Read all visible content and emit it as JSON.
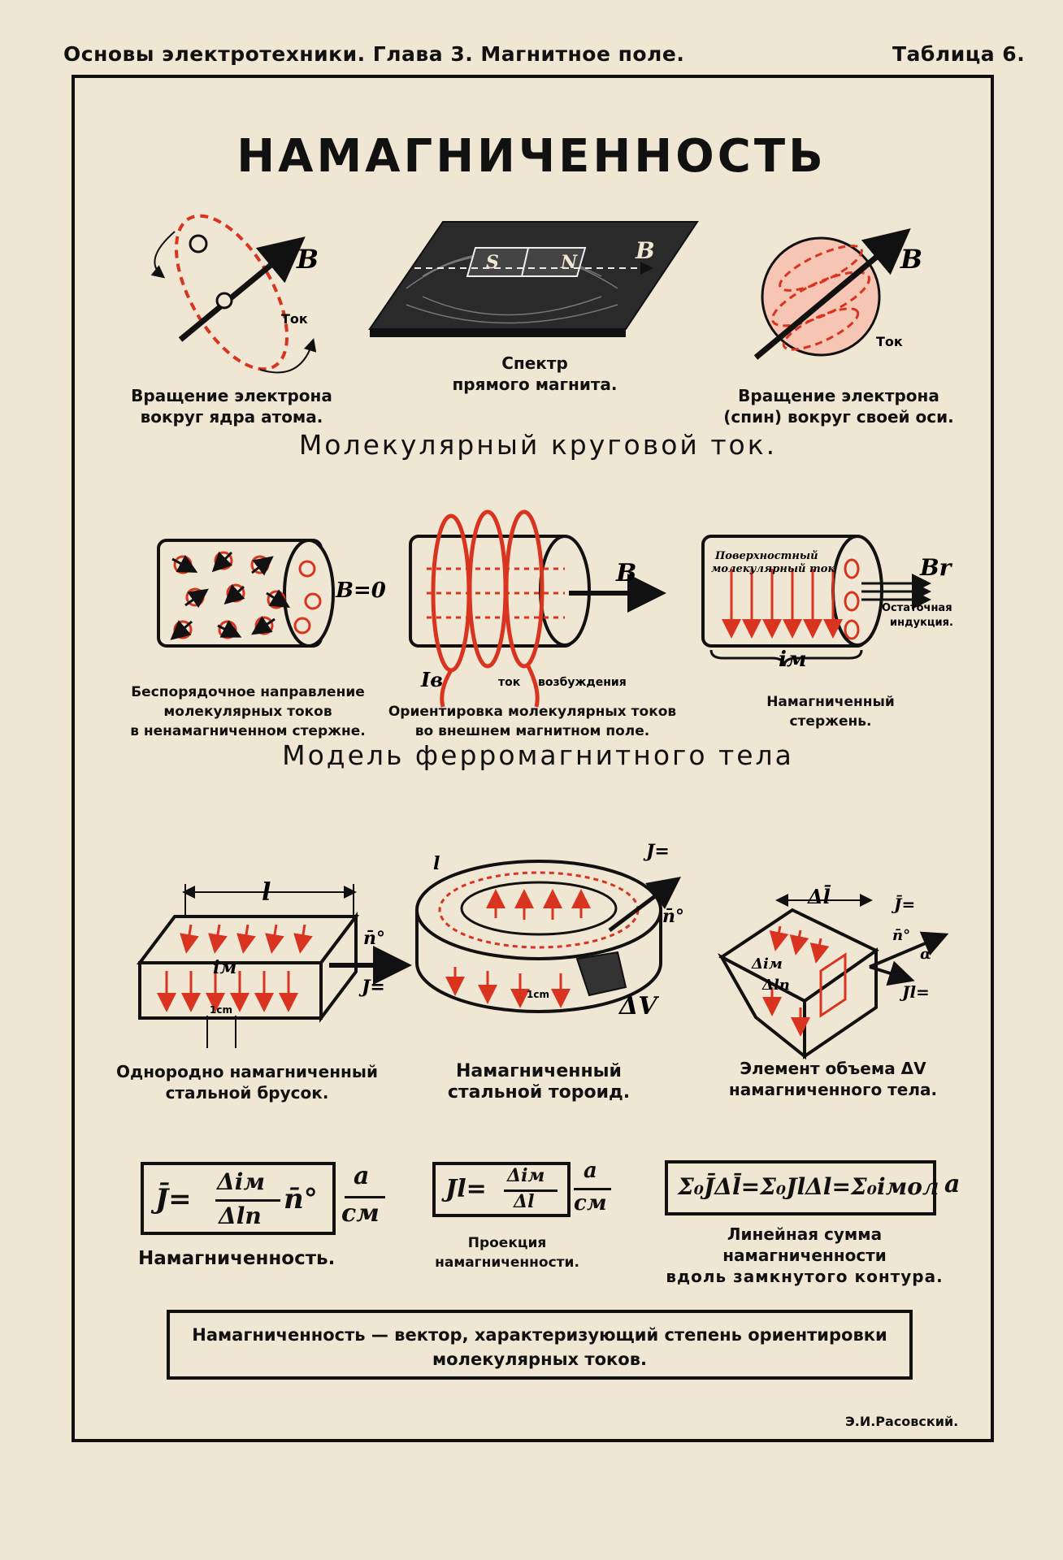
{
  "header": {
    "left": "Основы электротехники. Глава 3. Магнитное поле.",
    "right": "Таблица 6."
  },
  "title": "НАМАГНИЧЕННОСТЬ",
  "section1": {
    "heading": "Молекулярный круговой ток.",
    "fig_electron_orbit": {
      "caption_line1": "Вращение электрона",
      "caption_line2": "вокруг ядра атома.",
      "label_B": "B",
      "label_current": "Ток"
    },
    "fig_magnet_spectrum": {
      "caption_line1": "Спектр",
      "caption_line2": "прямого магнита.",
      "label_S": "S",
      "label_N": "N",
      "label_B": "B"
    },
    "fig_spin": {
      "caption_line1": "Вращение электрона",
      "caption_line2": "(спин) вокруг своей оси.",
      "label_B": "B",
      "label_current": "Ток"
    }
  },
  "section2": {
    "heading": "Модель ферромагнитного тела",
    "fig_random": {
      "caption_line1": "Беспорядочное направление",
      "caption_line2": "молекулярных токов",
      "caption_line3": "в ненамагниченном стержне.",
      "label_B0": "B=0"
    },
    "fig_oriented": {
      "caption_line1": "Ориентировка молекулярных токов",
      "caption_line2": "во внешнем магнитном поле.",
      "label_B": "B",
      "label_Iv": "Iв",
      "label_excitation_1": "ток",
      "label_excitation_2": "возбуждения"
    },
    "fig_magnetized": {
      "caption_line1": "Намагниченный",
      "caption_line2": "стержень.",
      "label_surface_1": "Поверхностный",
      "label_surface_2": "молекулярный ток",
      "label_Br": "Br",
      "label_residual_1": "Остаточная",
      "label_residual_2": "индукция.",
      "label_im": "iм"
    }
  },
  "section3": {
    "fig_bar": {
      "caption_line1": "Однородно намагниченный",
      "caption_line2": "стальной брусок.",
      "label_l": "l",
      "label_im": "iм",
      "label_n0": "n̄°",
      "label_J": "J=",
      "label_1cm": "1cm"
    },
    "fig_toroid": {
      "caption_line1": "Намагниченный",
      "caption_line2": "стальной тороид.",
      "label_l": "l",
      "label_J": "J=",
      "label_n0": "n̄°",
      "label_1cm": "1cm",
      "label_dV": "ΔV"
    },
    "fig_element": {
      "caption_line1": "Элемент объема ΔV",
      "caption_line2": "намагниченного тела.",
      "label_dl": "Δl̄",
      "label_J": "J̄=",
      "label_n0": "n̄°",
      "label_alpha": "α",
      "label_Jl": "Jl=",
      "label_dim": "Δiм",
      "label_dln": "Δln"
    }
  },
  "formulas": {
    "f1": {
      "lhs": "J̄=",
      "num": "Δiм",
      "den": "Δln",
      "tail": "n̄°",
      "unit_num": "а",
      "unit_den": "см",
      "caption": "Намагниченность."
    },
    "f2": {
      "lhs": "Jl=",
      "num": "Δiм",
      "den": "Δl",
      "unit_num": "а",
      "unit_den": "см",
      "caption_line1": "Проекция",
      "caption_line2": "намагниченности."
    },
    "f3": {
      "expr": "Σ₀J̄Δl̄=Σ₀JlΔl=Σ₀iмол",
      "unit": "а",
      "caption_line1": "Линейная сумма",
      "caption_line2": "намагниченности",
      "caption_line3": "вдоль замкнутого контура."
    }
  },
  "definition": {
    "line1": "Намагниченность — вектор, характеризующий степень ориентировки",
    "line2": "молекулярных токов."
  },
  "author": "Э.И.Расовский.",
  "colors": {
    "paper": "#efe7d3",
    "ink": "#111111",
    "red": "#d8341f"
  }
}
